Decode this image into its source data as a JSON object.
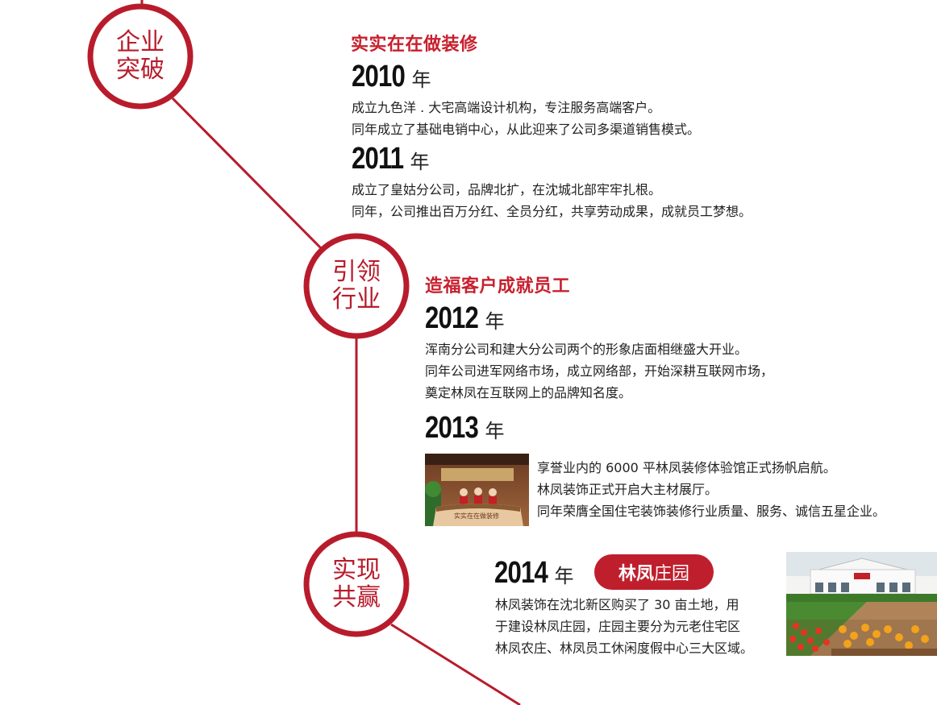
{
  "milestones": [
    {
      "circle": [
        "企业",
        "突破"
      ],
      "title": "实实在在做装修"
    },
    {
      "circle": [
        "引领",
        "行业"
      ],
      "title": "造福客户成就员工"
    },
    {
      "circle": [
        "实现",
        "共赢"
      ]
    }
  ],
  "entries": {
    "y2010": {
      "year": "2010",
      "unit": "年",
      "lines": [
        "成立九色洋 . 大宅高端设计机构，专注服务高端客户。",
        "同年成立了基础电销中心，从此迎来了公司多渠道销售模式。"
      ]
    },
    "y2011": {
      "year": "2011",
      "unit": "年",
      "lines": [
        "成立了皇姑分公司，品牌北扩，在沈城北部牢牢扎根。",
        "同年，公司推出百万分红、全员分红，共享劳动成果，成就员工梦想。"
      ]
    },
    "y2012": {
      "year": "2012",
      "unit": "年",
      "lines": [
        "浑南分公司和建大分公司两个的形象店面相继盛大开业。",
        "同年公司进军网络市场，成立网络部，开始深耕互联网市场，",
        "奠定林凤在互联网上的品牌知名度。"
      ]
    },
    "y2013": {
      "year": "2013",
      "unit": "年",
      "lines": [
        "享誉业内的 6000 平林凤装修体验馆正式扬帆启航。",
        "林凤装饰正式开启大主材展厅。",
        "同年荣膺全国住宅装饰装修行业质量、服务、诚信五星企业。"
      ]
    },
    "y2014": {
      "year": "2014",
      "unit": "年",
      "badge_bold": "林凤",
      "badge_rest": "庄园",
      "lines": [
        "林凤装饰在沈北新区购买了 30 亩土地，用",
        "于建设林凤庄园，庄园主要分为元老住宅区",
        "林凤农庄、林凤员工休闲度假中心三大区域。"
      ]
    }
  },
  "photos": {
    "counter_sign": "实实在在做装修"
  },
  "colors": {
    "accent": "#c8202e",
    "line": "#b81c2c"
  }
}
